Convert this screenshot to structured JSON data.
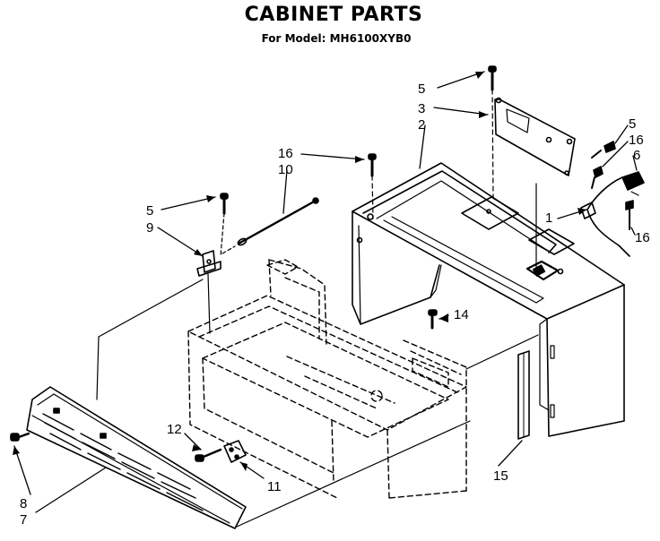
{
  "title": "CABINET PARTS",
  "subtitle": "For Model: MH6100XYB0",
  "colors": {
    "ink": "#000000",
    "paper": "#ffffff"
  },
  "callouts": [
    {
      "id": "c1",
      "text": "1"
    },
    {
      "id": "c2",
      "text": "2"
    },
    {
      "id": "c3",
      "text": "3"
    },
    {
      "id": "c5a",
      "text": "5"
    },
    {
      "id": "c5b",
      "text": "5"
    },
    {
      "id": "c5c",
      "text": "5"
    },
    {
      "id": "c6",
      "text": "6"
    },
    {
      "id": "c7",
      "text": "7"
    },
    {
      "id": "c8",
      "text": "8"
    },
    {
      "id": "c9",
      "text": "9"
    },
    {
      "id": "c10",
      "text": "10"
    },
    {
      "id": "c11",
      "text": "11"
    },
    {
      "id": "c12",
      "text": "12"
    },
    {
      "id": "c14",
      "text": "14"
    },
    {
      "id": "c15",
      "text": "15"
    },
    {
      "id": "c16a",
      "text": "16"
    },
    {
      "id": "c16b",
      "text": "16"
    },
    {
      "id": "c16c",
      "text": "16"
    }
  ]
}
